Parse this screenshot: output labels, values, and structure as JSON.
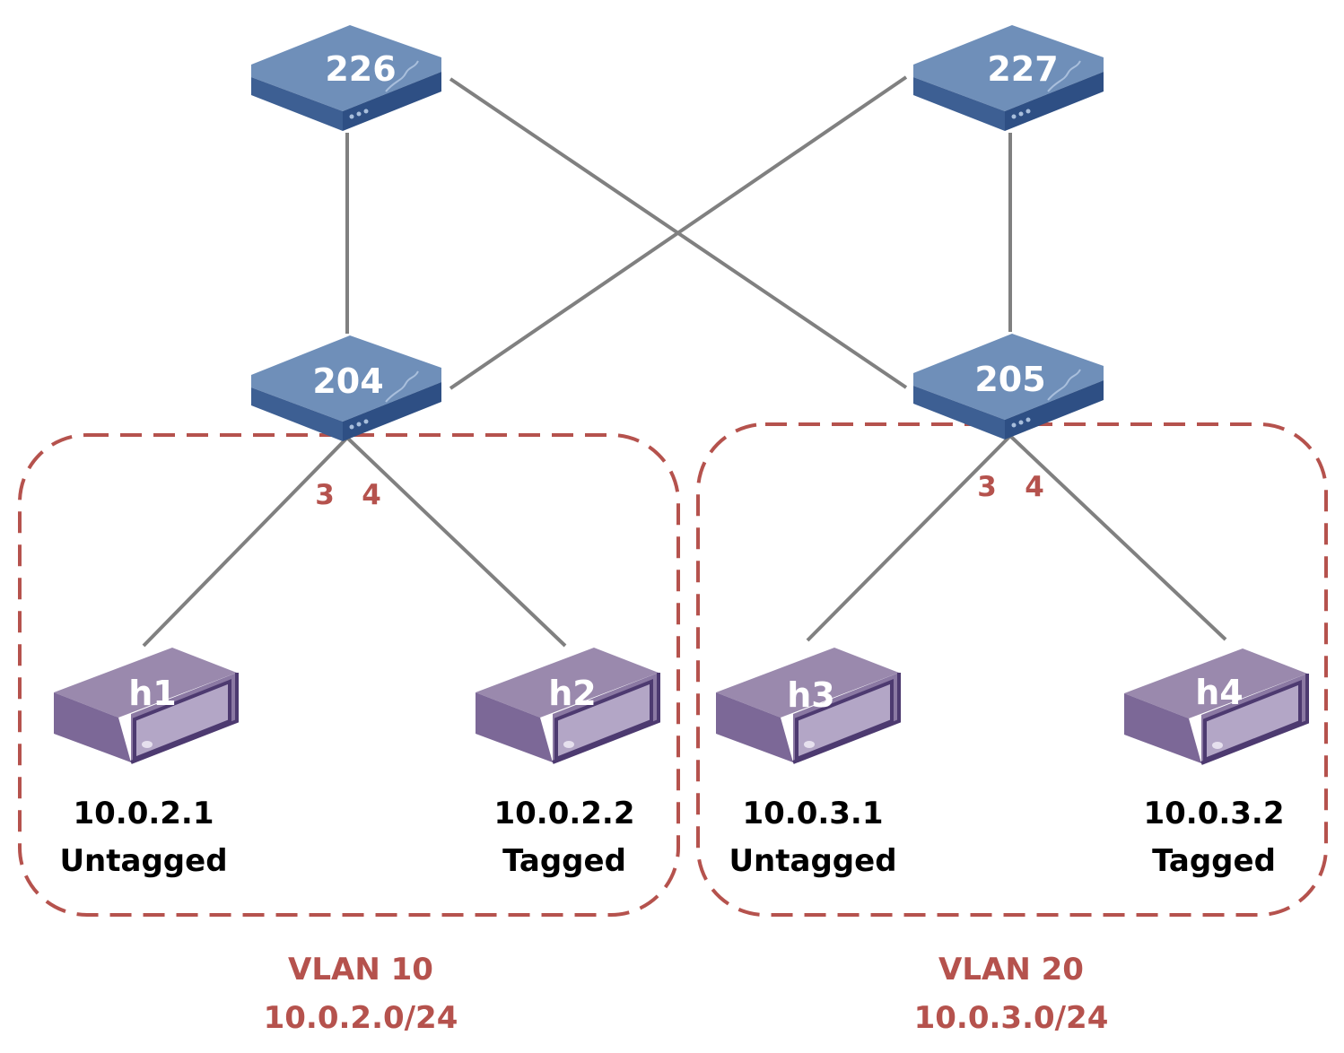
{
  "switches": {
    "s226": "226",
    "s227": "227",
    "s204": "204",
    "s205": "205"
  },
  "hosts": {
    "h1": {
      "name": "h1",
      "ip": "10.0.2.1",
      "mode": "Untagged"
    },
    "h2": {
      "name": "h2",
      "ip": "10.0.2.2",
      "mode": "Tagged"
    },
    "h3": {
      "name": "h3",
      "ip": "10.0.3.1",
      "mode": "Untagged"
    },
    "h4": {
      "name": "h4",
      "ip": "10.0.3.2",
      "mode": "Tagged"
    }
  },
  "ports": {
    "s204_p3": "3",
    "s204_p4": "4",
    "s205_p3": "3",
    "s205_p4": "4"
  },
  "vlans": {
    "v10": {
      "name": "VLAN 10",
      "subnet": "10.0.2.0/24"
    },
    "v20": {
      "name": "VLAN 20",
      "subnet": "10.0.3.0/24"
    }
  },
  "colors": {
    "switch_top": "#6f8fb9",
    "switch_front": "#3d5f93",
    "switch_side": "#2e4f84",
    "host_top": "#9a89ad",
    "host_front": "#7c6897",
    "host_panel": "#b3a6c6",
    "host_border": "#4d3a70",
    "link": "#808080",
    "vlan_accent": "#b5524d"
  }
}
